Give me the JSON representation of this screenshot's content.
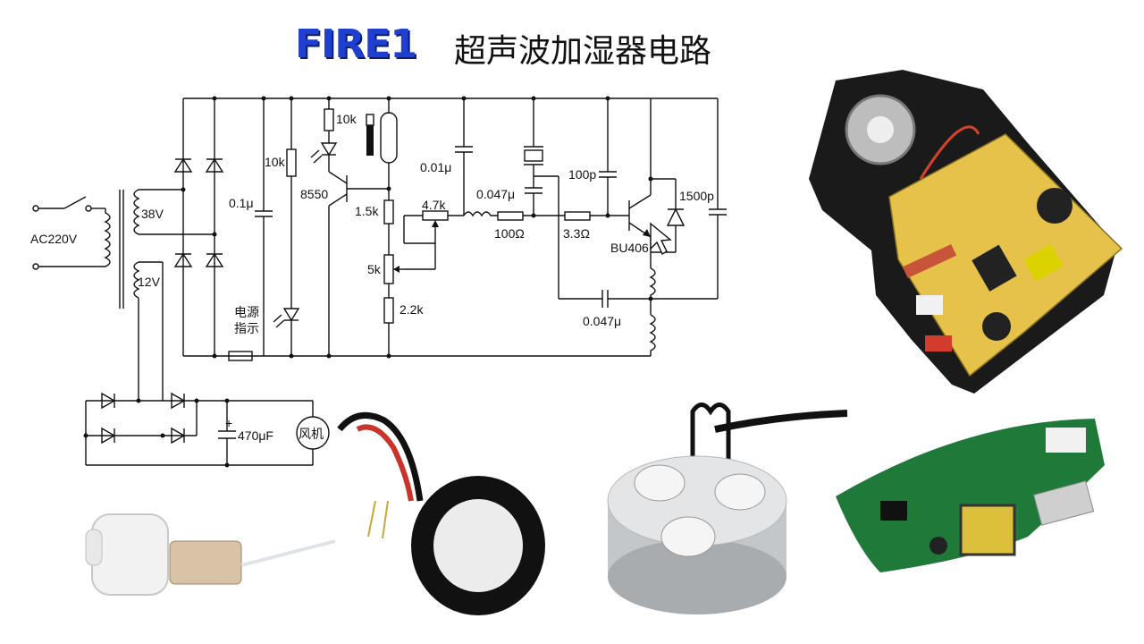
{
  "header": {
    "logo": "FIRE1",
    "title": "超声波加湿器电路"
  },
  "schematic": {
    "labels": {
      "ac_source": "AC220V",
      "secondary_38v": "38V",
      "secondary_12v": "12V",
      "cap_01u": "0.1μ",
      "res_10k_a": "10k",
      "res_10k_b": "10k",
      "transistor_8550": "8550",
      "cap_001u": "0.01μ",
      "res_15k": "1.5k",
      "pot_47k": "4.7k",
      "pot_5k": "5k",
      "res_22k": "2.2k",
      "cap_0047u_top": "0.047μ",
      "res_100": "100Ω",
      "res_33": "3.3Ω",
      "cap_100p": "100p",
      "transistor_bu406": "BU406",
      "cap_1500p": "1500p",
      "cap_0047u_bottom": "0.047μ",
      "power_indicator_line1": "电源",
      "power_indicator_line2": "指示",
      "cap_470u": "470μF",
      "fan": "风机"
    }
  },
  "photos": {
    "float_switch": "float-switch-photo",
    "transducer_disc": "transducer-disc-photo",
    "atomizer_head": "atomizer-head-photo",
    "driver_board": "driver-board-photo",
    "small_board": "small-board-photo"
  },
  "colors": {
    "logo_blue": "#1f3fd0",
    "pcb_yellow": "#e6c24a",
    "pcb_green": "#1f7a3a",
    "housing_black": "#1a1a1a"
  }
}
